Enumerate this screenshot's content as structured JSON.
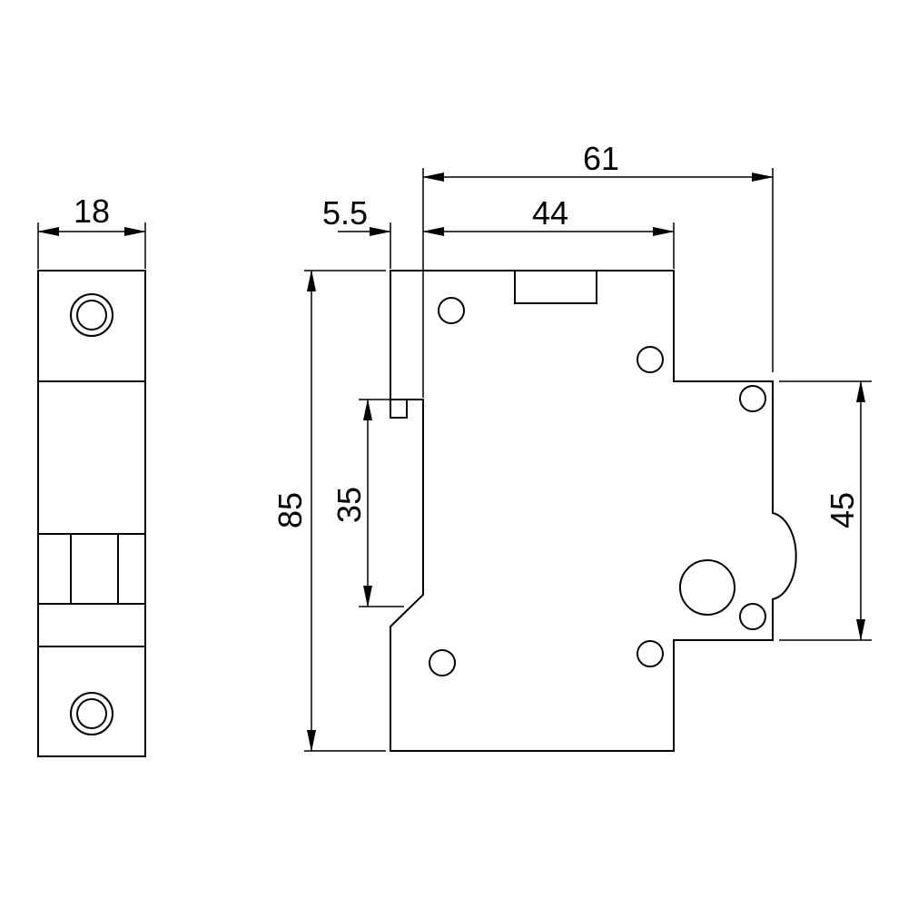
{
  "dimensions": {
    "front_width": "18",
    "side_offset": "5.5",
    "side_top_width": "44",
    "side_total_width": "61",
    "overall_height": "85",
    "rail_height": "35",
    "right_height": "45"
  },
  "colors": {
    "line": "#000000",
    "background": "#ffffff"
  }
}
